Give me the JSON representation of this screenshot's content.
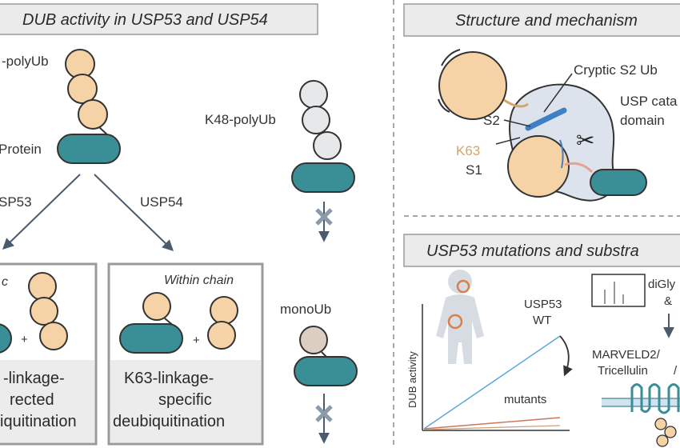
{
  "panels": {
    "dub": {
      "title": "DUB activity in USP53 and USP54",
      "polyub_label": "-polyUb",
      "protein_label": "Protein",
      "usp53_label": "SP53",
      "usp54_label": "USP54",
      "k48_label": "K48-polyUb",
      "monoub_label": "monoUb",
      "box_left": {
        "tag": "c",
        "plus": "+",
        "lines": [
          "-linkage-",
          "rected",
          "iquitination"
        ]
      },
      "box_right": {
        "tag": "Within chain",
        "plus": "+",
        "lines": [
          "K63-linkage-",
          "specific",
          "deubiquitination"
        ]
      }
    },
    "structure": {
      "title": "Structure and mechanism",
      "cryptic_label": "Cryptic S2 Ub",
      "usp_line1": "USP cata",
      "usp_line2": "domain",
      "s2_label": "S2",
      "k63_label": "K63",
      "s1_label": "S1"
    },
    "mutations": {
      "title": "USP53 mutations and substra",
      "wt_line1": "USP53",
      "wt_line2": "WT",
      "mutants_label": "mutants",
      "y_axis_label": "DUB activity",
      "digly_label": "diGly",
      "amp_label": "&",
      "marveld_line1": "MARVELD2/",
      "marveld_line2": "Tricellulin",
      "slash_label": "/"
    }
  },
  "colors": {
    "ub_fill": "#f5d3a6",
    "ub_stroke": "#333333",
    "protein_fill": "#3a8f96",
    "grey_ub": "#e6e8ea",
    "mono_ub": "#dccfc2",
    "arrow": "#4a5b6e",
    "wt_line": "#5ba8d6",
    "mut_line": "#c97a5e",
    "k63_text": "#d6a36a"
  }
}
